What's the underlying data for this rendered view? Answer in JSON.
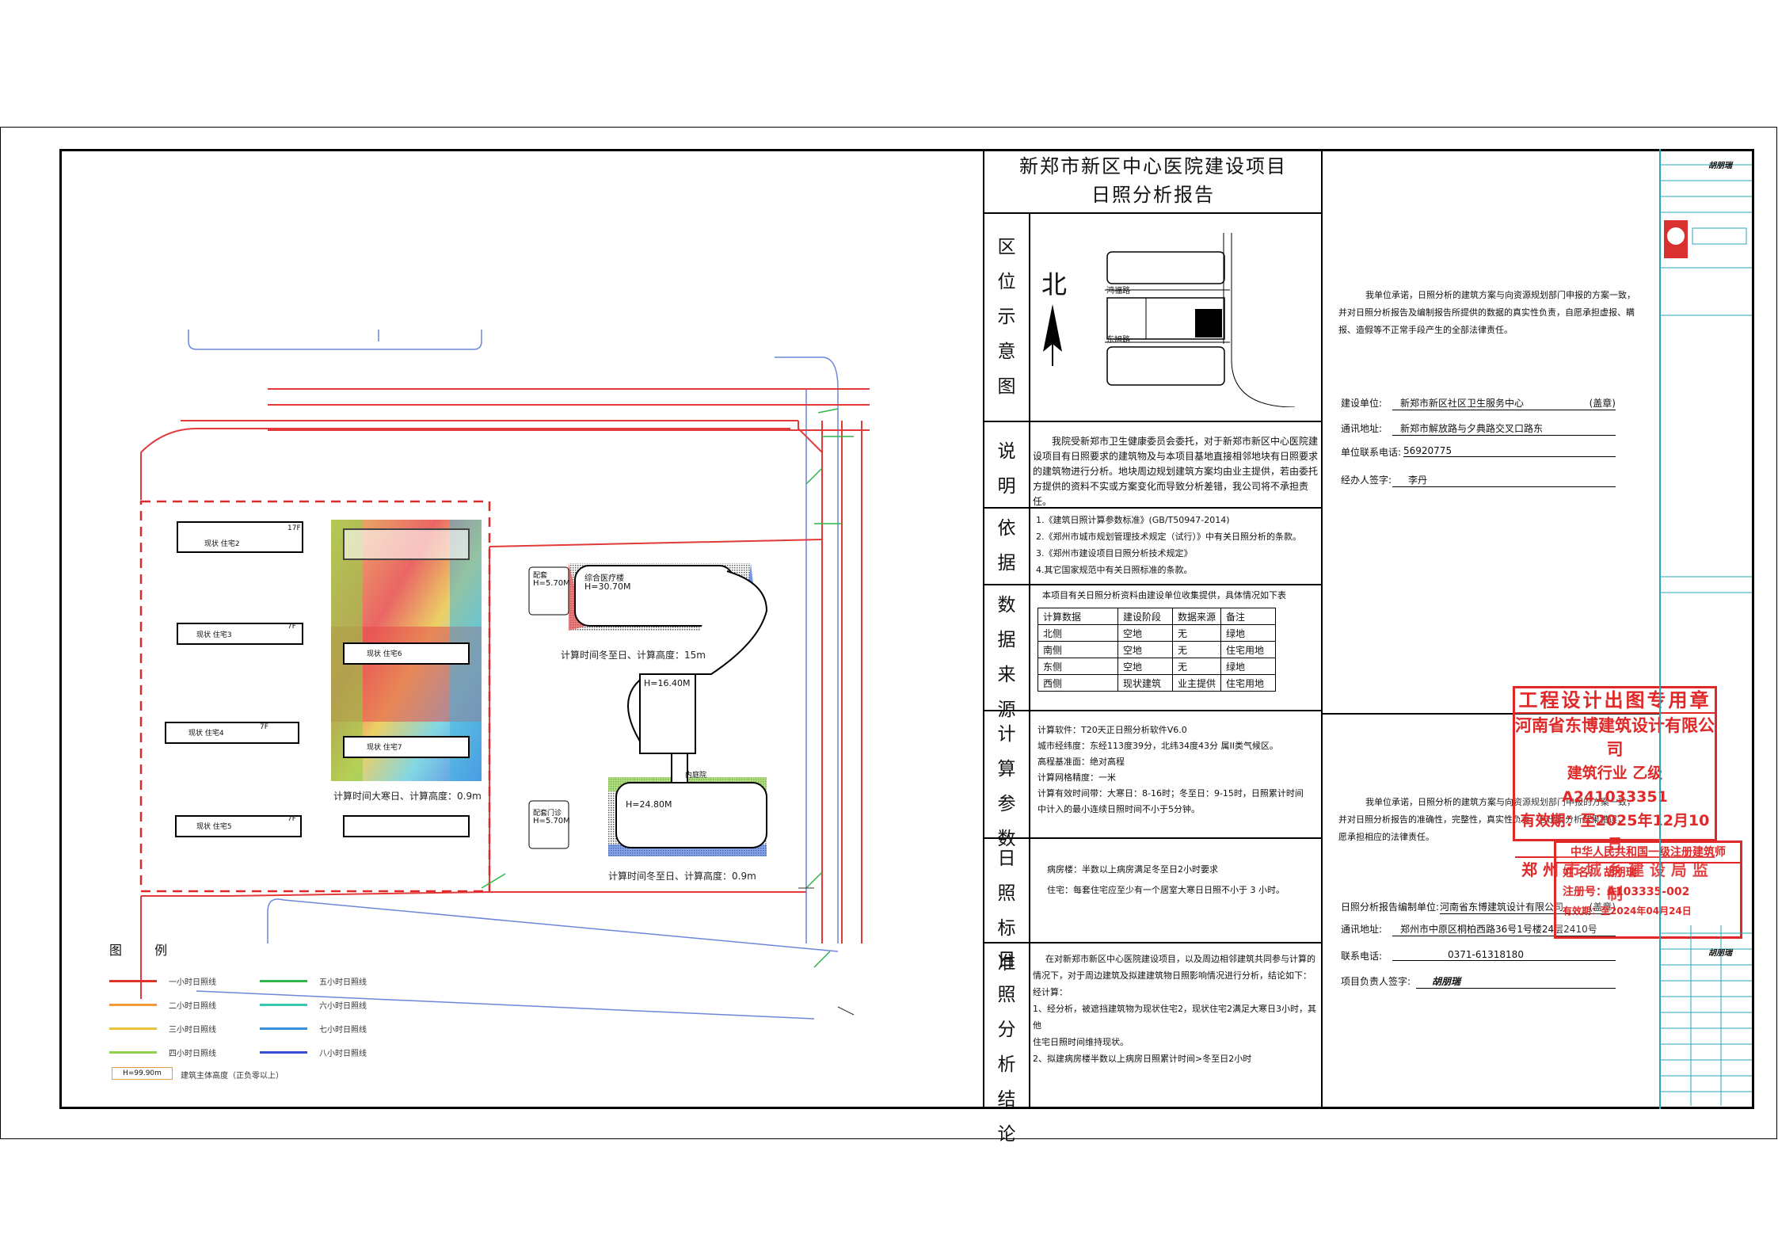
{
  "title": {
    "line1": "新郑市新区中心医院建设项目",
    "line2": "日照分析报告"
  },
  "sections": {
    "location": "区位示意图",
    "description": "说明",
    "basis": "依据",
    "data_source": "数据来源",
    "calc_params": "计算参数",
    "standard": "日照标准",
    "conclusion": "日照分析结论"
  },
  "location_map": {
    "north": "北",
    "road1": "鸿福路",
    "road2": "东旭路"
  },
  "description_text": [
    "我院受新郑市卫生健康委员会委托，对于新郑市新区中心医院建",
    "设项目有日照要求的建筑物及与本项目基地直接相邻地块有日照要求",
    "的建筑物进行分析。地块周边规划建筑方案均由业主提供，若由委托",
    "方提供的资料不实或方案变化而导致分析差错，我公司将不承担责任。"
  ],
  "basis_items": [
    "1.《建筑日照计算参数标准》(GB/T50947-2014)",
    "2.《郑州市城市规划管理技术规定（试行）》中有关日照分析的条款。",
    "3.《郑州市建设项目日照分析技术规定》",
    "4.其它国家规范中有关日照标准的条款。"
  ],
  "data_source_intro": "本项目有关日照分析资料由建设单位收集提供，具体情况如下表",
  "data_table": {
    "header": [
      "计算数据",
      "建设阶段",
      "数据来源",
      "备注"
    ],
    "rows": [
      [
        "北侧",
        "空地",
        "无",
        "绿地"
      ],
      [
        "南侧",
        "空地",
        "无",
        "住宅用地"
      ],
      [
        "东侧",
        "空地",
        "无",
        "绿地"
      ],
      [
        "西侧",
        "现状建筑",
        "业主提供",
        "住宅用地"
      ]
    ]
  },
  "calc_params_text": [
    "计算软件：T20天正日照分析软件V6.0",
    "城市经纬度：东经113度39分，北纬34度43分 属II类气候区。",
    "高程基准面：绝对高程",
    "计算网格精度：一米",
    "计算有效时间带：大寒日：8-16时；冬至日：9-15时，日照累计时间",
    "中计入的最小连续日照时间不小于5分钟。"
  ],
  "standard_text": [
    "病房楼：半数以上病房满足冬至日2小时要求",
    "住宅：每套住宅应至少有一个居室大寒日日照不小于 3 小时。"
  ],
  "conclusion_text": [
    "在对新郑市新区中心医院建设项目，以及周边相邻建筑共同参与计算的",
    "情况下，对于周边建筑及拟建建筑物日照影响情况进行分析，结论如下：",
    "经计算：",
    "1、经分析，被遮挡建筑物为现状住宅2，现状住宅2满足大寒日3小时，其他",
    "住宅日照时间维持现状。",
    "2、拟建病房楼半数以上病房日照累计时间>冬至日2小时"
  ],
  "commitment1": [
    "我单位承诺，日照分析的建筑方案与向资源规划部门申报的方案一致，",
    "并对日照分析报告及编制报告所提供的数据的真实性负责，自愿承担虚报、瞒",
    "报、造假等不正常手段产生的全部法律责任。"
  ],
  "client": {
    "unit_label": "建设单位:",
    "unit_value": "新郑市新区社区卫生服务中心",
    "seal": "(盖章)",
    "addr_label": "通讯地址:",
    "addr_value": "新郑市解放路与夕典路交叉口路东",
    "phone_label": "单位联系电话:",
    "phone_value": "56920775",
    "agent_label": "经办人签字:",
    "agent_value": "李丹"
  },
  "commitment2": [
    "我单位承诺，日照分析的建筑方案与向资源规划部门申报的方案一致，",
    "并对日照分析报告的准确性，完整性，真实性负责，若出现分析结果错误，",
    "愿承担相应的法律责任。"
  ],
  "designer": {
    "unit_label": "日照分析报告编制单位:",
    "unit_value": "河南省东博建筑设计有限公司",
    "seal": "(盖章)",
    "addr_label": "通讯地址:",
    "addr_value": "郑州市中原区桐柏西路36号1号楼24层2410号",
    "phone_label": "联系电话:",
    "phone_value": "0371-61318180",
    "leader_label": "项目负责人签字:",
    "leader_value": "胡朋瑞"
  },
  "stamp1": {
    "title": "工程设计出图专用章",
    "company": "河南省东博建筑设计有限公司",
    "grade": "建筑行业  乙级  A241033351",
    "valid": "有效期：至2025年12月10日",
    "authority": "郑 州 市 城 乡 建 设 局 监 制"
  },
  "stamp2": {
    "title": "中华人民共和国一级注册建筑师",
    "name": "姓  名：  胡朋瑞",
    "reg": "注册号：A103335-002",
    "valid": "有效期：至2024年04月24日"
  },
  "plan": {
    "caption_left": "计算时间大寒日、计算高度：0.9m",
    "caption_top": "计算时间冬至日、计算高度：15m",
    "caption_bottom": "计算时间冬至日、计算高度：0.9m",
    "h1": "H=30.70M",
    "h2": "H=16.40M",
    "h3": "H=24.80M",
    "h4": "H=5.70M",
    "h5": "H=5.70M",
    "b1": "现状 住宅2",
    "b2": "现状 住宅3",
    "b3": "现状 住宅4",
    "b4": "现状 住宅5",
    "b5": "现状 住宅6",
    "b6": "现状 住宅7",
    "floor17": "17F",
    "floor7": "7F",
    "entrance": "内庭院",
    "label_a": "综合医疗楼",
    "label_b": "配套门诊",
    "label_c": "配套"
  },
  "legend": {
    "title": "图 例",
    "items": [
      {
        "label": "一小时日照线",
        "color": "#e0342a"
      },
      {
        "label": "二小时日照线",
        "color": "#f09a3a"
      },
      {
        "label": "三小时日照线",
        "color": "#e8c23a"
      },
      {
        "label": "四小时日照线",
        "color": "#8fd14a"
      },
      {
        "label": "五小时日照线",
        "color": "#2fb54a"
      },
      {
        "label": "六小时日照线",
        "color": "#36c9b0"
      },
      {
        "label": "七小时日照线",
        "color": "#3a8fd9"
      },
      {
        "label": "八小时日照线",
        "color": "#3b4fd4"
      }
    ],
    "extra": "建筑主体高度（正负零以上）",
    "extra_box": "H=99.90m"
  },
  "side_panel": {
    "sign1": "胡朋瑞",
    "sign2": "胡朋瑞"
  },
  "colors": {
    "red": "#e02828",
    "teal": "#2aa6b8",
    "road": "#3a5fd6"
  }
}
